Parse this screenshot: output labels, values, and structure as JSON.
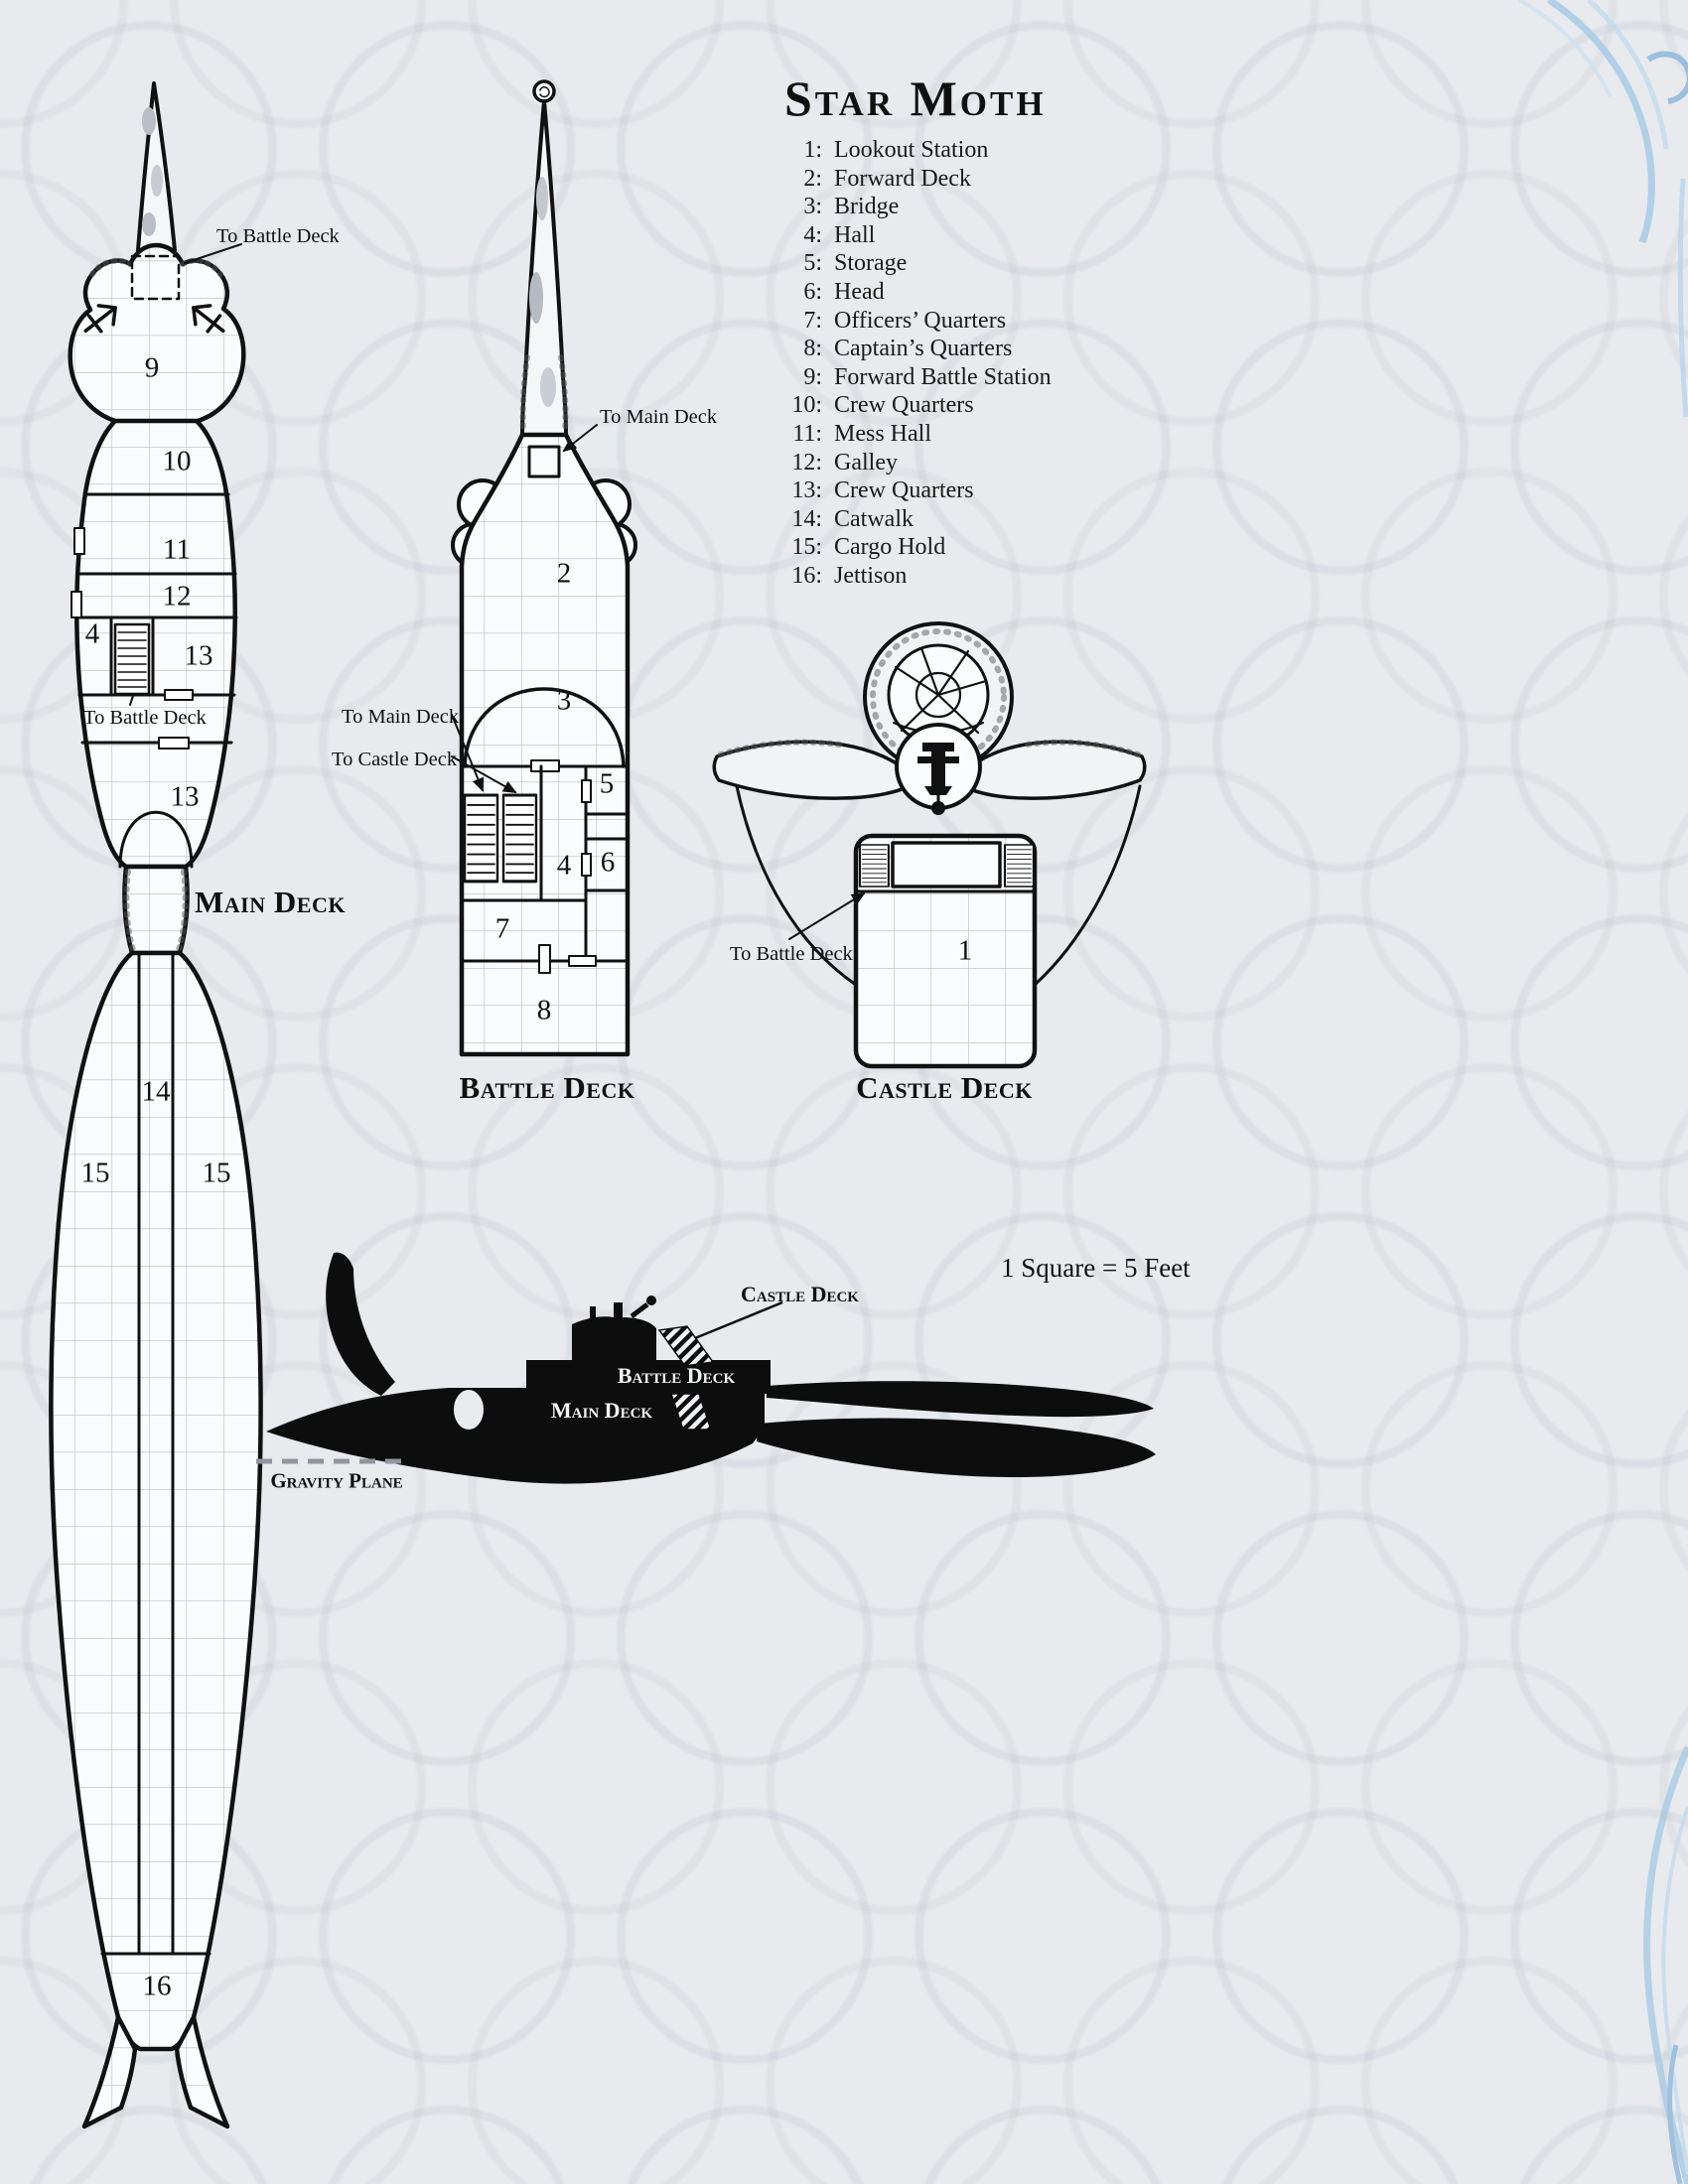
{
  "page": {
    "title": "Star Moth",
    "scale_note": "1 Square = 5 Feet"
  },
  "legend": {
    "items": [
      {
        "num": "1:",
        "label": "Lookout Station"
      },
      {
        "num": "2:",
        "label": "Forward Deck"
      },
      {
        "num": "3:",
        "label": "Bridge"
      },
      {
        "num": "4:",
        "label": "Hall"
      },
      {
        "num": "5:",
        "label": "Storage"
      },
      {
        "num": "6:",
        "label": "Head"
      },
      {
        "num": "7:",
        "label": "Officers’ Quarters"
      },
      {
        "num": "8:",
        "label": "Captain’s Quarters"
      },
      {
        "num": "9:",
        "label": "Forward Battle Station"
      },
      {
        "num": "10:",
        "label": "Crew Quarters"
      },
      {
        "num": "11:",
        "label": "Mess Hall"
      },
      {
        "num": "12:",
        "label": "Galley"
      },
      {
        "num": "13:",
        "label": "Crew Quarters"
      },
      {
        "num": "14:",
        "label": "Catwalk"
      },
      {
        "num": "15:",
        "label": "Cargo Hold"
      },
      {
        "num": "16:",
        "label": "Jettison"
      }
    ]
  },
  "main_deck": {
    "caption": "Main Deck",
    "label_to_battle_deck_top": "To Battle Deck",
    "label_to_battle_deck_mid": "To Battle Deck",
    "rooms": {
      "r9": "9",
      "r10": "10",
      "r11": "11",
      "r12": "12",
      "r4": "4",
      "r13a": "13",
      "r13b": "13",
      "r14": "14",
      "r15a": "15",
      "r15b": "15",
      "r16": "16"
    }
  },
  "battle_deck": {
    "caption": "Battle Deck",
    "label_to_main_deck_top": "To Main Deck",
    "label_to_main_deck_side": "To Main Deck",
    "label_to_castle_deck": "To Castle Deck",
    "rooms": {
      "r2": "2",
      "r3": "3",
      "r4": "4",
      "r5": "5",
      "r6": "6",
      "r7": "7",
      "r8": "8"
    }
  },
  "castle_deck": {
    "caption": "Castle Deck",
    "label_to_battle_deck": "To Battle Deck",
    "rooms": {
      "r1": "1"
    }
  },
  "side_view": {
    "label_castle_deck": "Castle Deck",
    "label_battle_deck": "Battle Deck",
    "label_main_deck": "Main Deck",
    "label_gravity_plane": "Gravity Plane"
  }
}
